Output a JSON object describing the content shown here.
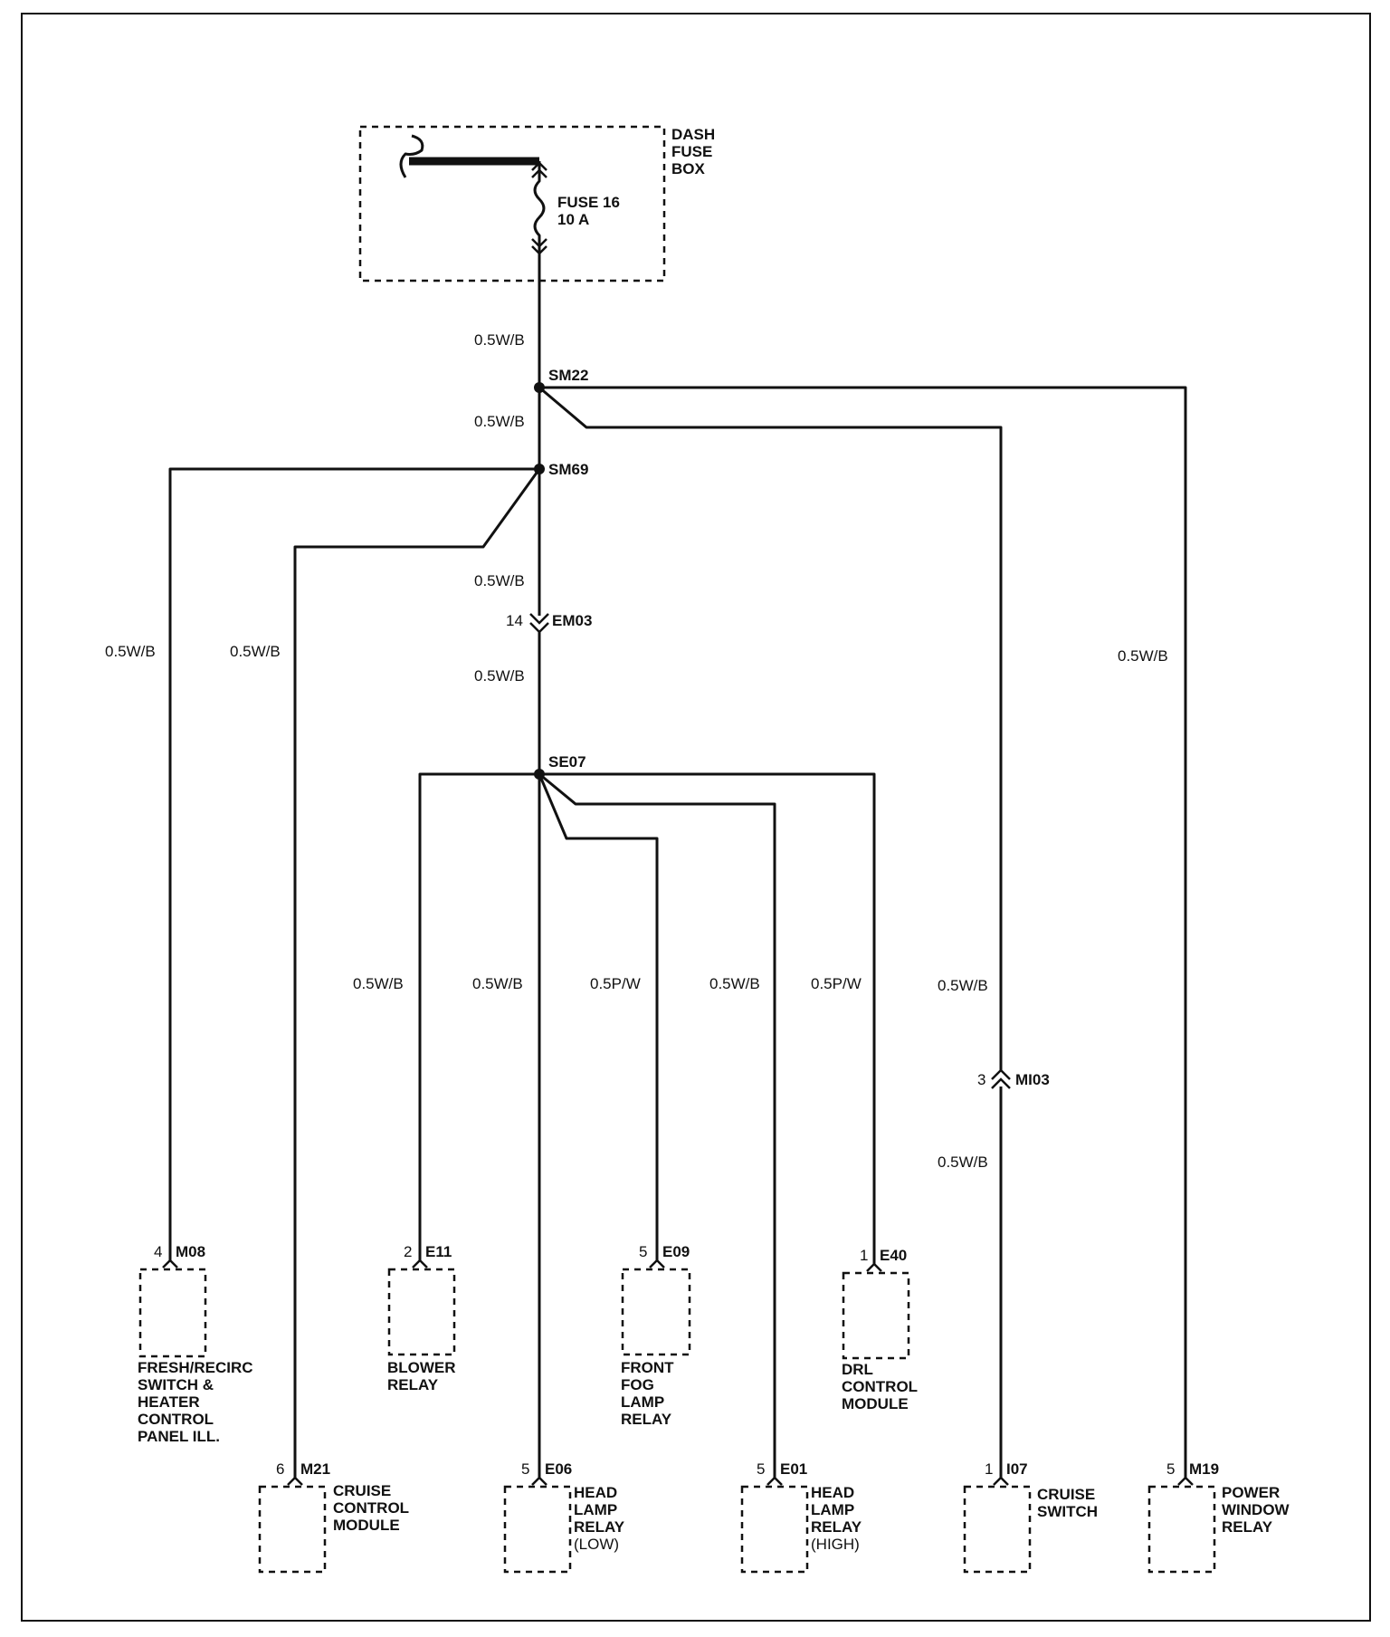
{
  "fuse_box": {
    "title_lines": [
      "DASH",
      "FUSE",
      "BOX"
    ],
    "fuse_lines": [
      "FUSE 16",
      "10 A"
    ]
  },
  "splices": {
    "sm22": "SM22",
    "sm69": "SM69",
    "se07": "SE07"
  },
  "inline_connectors": {
    "em03": {
      "pin": "14",
      "id": "EM03"
    },
    "mi03": {
      "pin": "3",
      "id": "MI03"
    }
  },
  "wire_labels": {
    "trunk_1": "0.5W/B",
    "trunk_2": "0.5W/B",
    "trunk_3": "0.5W/B",
    "trunk_4": "0.5W/B",
    "fresh_recirc": "0.5W/B",
    "cruise_module": "0.5W/B",
    "blower": "0.5W/B",
    "head_low": "0.5W/B",
    "fog": "0.5P/W",
    "head_high": "0.5W/B",
    "drl": "0.5P/W",
    "cruise_switch_upper": "0.5W/B",
    "cruise_switch_lower": "0.5W/B",
    "power_window": "0.5W/B"
  },
  "components": {
    "m08": {
      "pin": "4",
      "id": "M08",
      "name_lines": [
        "FRESH/RECIRC",
        "SWITCH &",
        "HEATER",
        "CONTROL",
        "PANEL ILL."
      ]
    },
    "m21": {
      "pin": "6",
      "id": "M21",
      "name_lines": [
        "CRUISE",
        "CONTROL",
        "MODULE"
      ]
    },
    "e11": {
      "pin": "2",
      "id": "E11",
      "name_lines": [
        "BLOWER",
        "RELAY"
      ]
    },
    "e06": {
      "pin": "5",
      "id": "E06",
      "name_lines": [
        "HEAD",
        "LAMP",
        "RELAY",
        "(LOW)"
      ]
    },
    "e09": {
      "pin": "5",
      "id": "E09",
      "name_lines": [
        "FRONT",
        "FOG",
        "LAMP",
        "RELAY"
      ]
    },
    "e01": {
      "pin": "5",
      "id": "E01",
      "name_lines": [
        "HEAD",
        "LAMP",
        "RELAY",
        "(HIGH)"
      ]
    },
    "e40": {
      "pin": "1",
      "id": "E40",
      "name_lines": [
        "DRL",
        "CONTROL",
        "MODULE"
      ]
    },
    "i07": {
      "pin": "1",
      "id": "I07",
      "name_lines": [
        "CRUISE",
        "SWITCH"
      ]
    },
    "m19": {
      "pin": "5",
      "id": "M19",
      "name_lines": [
        "POWER",
        "WINDOW",
        "RELAY"
      ]
    }
  }
}
